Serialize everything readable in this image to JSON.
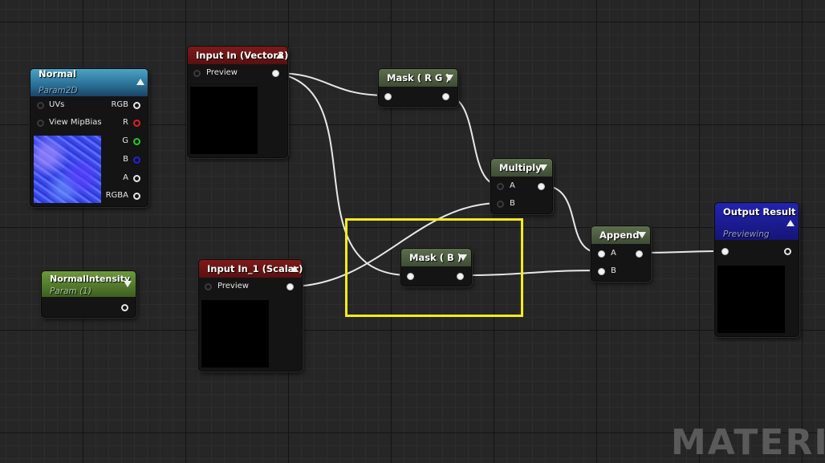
{
  "colors": {
    "background": "#262626",
    "selection": "#f5ec1a",
    "wire": "#e8e8e8",
    "header_red": "#7e1a1a",
    "header_green": "#5d6f4e",
    "header_param": "#2a6e94",
    "header_scalar_param": "#6d9a3c",
    "header_output": "#1a1a9a"
  },
  "watermark": "MATERI",
  "nodes": {
    "normal": {
      "title": "Normal",
      "subtitle": "Param2D",
      "inputs": [
        "UVs",
        "View MipBias"
      ],
      "outputs": [
        "RGB",
        "R",
        "G",
        "B",
        "A",
        "RGBA"
      ]
    },
    "normal_intensity": {
      "title": "NormalIntensity",
      "subtitle": "Param (1)"
    },
    "input_vec3": {
      "title": "Input In (Vector3)",
      "preview_label": "Preview"
    },
    "input_scalar": {
      "title": "Input In_1 (Scalar)",
      "preview_label": "Preview"
    },
    "mask_rg": {
      "title": "Mask ( R G )"
    },
    "mask_b": {
      "title": "Mask ( B )"
    },
    "multiply": {
      "title": "Multiply",
      "inputs": [
        "A",
        "B"
      ]
    },
    "append": {
      "title": "Append",
      "inputs": [
        "A",
        "B"
      ]
    },
    "output_result": {
      "title": "Output Result",
      "subtitle": "Previewing"
    }
  }
}
